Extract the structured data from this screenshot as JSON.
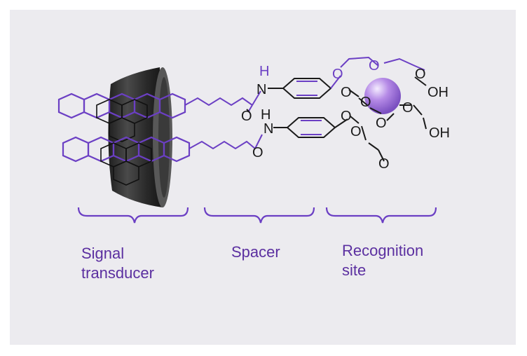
{
  "labels": {
    "signal_transducer": [
      "Signal",
      "transducer"
    ],
    "spacer": "Spacer",
    "recognition_site": [
      "Recognition",
      "site"
    ]
  },
  "atoms": {
    "upper_nh": "H",
    "upper_n": "N",
    "upper_carbonyl_o": "O",
    "lower_nh": "H",
    "lower_n": "N",
    "lower_carbonyl_o": "O",
    "ring_o_top": "O",
    "ring_o_top2": "O",
    "ring_o_right": "O",
    "ring_o_left1": "O",
    "ring_o_left2": "O",
    "ring_o_mid": "O",
    "ring_o_bottom": "O",
    "oh_upper": "OH",
    "oh_lower": "OH",
    "ester_o_upper": "O",
    "ester_o_lower": "O",
    "carbonyl_o_low": "O"
  },
  "colors": {
    "accent": "#6b3fc4",
    "label": "#5b2fa0",
    "bond": "#1a1a1a",
    "cation": "#b58ae6",
    "cylinder": "#2e2e2e",
    "background": "#ecebef"
  }
}
